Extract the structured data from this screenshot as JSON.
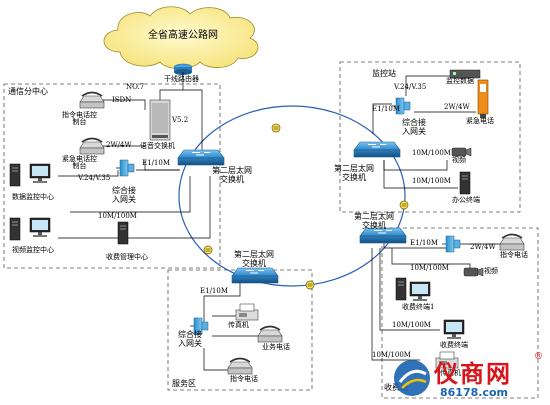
{
  "cloud": {
    "title": "全省高速公路网",
    "router_label": "干线路由器"
  },
  "zones": {
    "telecom": "通信分中心",
    "monitor": "监控站",
    "service": "服务区",
    "toll": "收费站"
  },
  "switches": {
    "telecom": [
      "第二层太网",
      "交换机"
    ],
    "monitor": [
      "第二层太网",
      "交换机"
    ],
    "toll": [
      "第二层太网",
      "交换机"
    ],
    "service": [
      "第二层太网",
      "交换机"
    ]
  },
  "gateways": {
    "telecom": [
      "综合接",
      "入网关"
    ],
    "monitor": [
      "综合接",
      "入网关"
    ],
    "service": [
      "综合接",
      "入网关"
    ]
  },
  "telecom": {
    "dispatch_console": [
      "指令电话控",
      "制台"
    ],
    "emergency_console": [
      "紧急电话控",
      "制台"
    ],
    "voice_switch": "语音交换机",
    "data_monitor": "数据监控中心",
    "video_monitor": "视频监控中心",
    "toll_mgmt": "收费管理中心",
    "isdn": "ISDN",
    "no7": "NO.7",
    "v5": "V5.2",
    "e1": "E1/10M",
    "wire": "2W/4W",
    "v24": "V.24/V.35",
    "m100": "10M/100M"
  },
  "monitor": {
    "v24": "V.24/V.35",
    "e1": "E1/10M",
    "wire": "2W/4W",
    "m100a": "10M/100M",
    "m100b": "10M/100M",
    "monitor_device": "监控数据",
    "emergency_phone": "紧急电话",
    "video": "视频",
    "office": "办公终端"
  },
  "toll": {
    "e1": "E1/10M",
    "wire": "2W/4W",
    "m100a": "10M/100M",
    "m100b": "10M/100M",
    "m100c": "10M/100M",
    "dispatch_phone": "指令电话",
    "video": "视频",
    "terminal1": "收费终端1",
    "terminal2": "收费终端",
    "fax": "传真机"
  },
  "service": {
    "e1": "E1/10M",
    "fax": "传真机",
    "business_phone": "业务电话",
    "dispatch_phone": "指令电话"
  },
  "watermark": {
    "brand": "仪商网",
    "reg": "®",
    "url": "86178.com"
  }
}
